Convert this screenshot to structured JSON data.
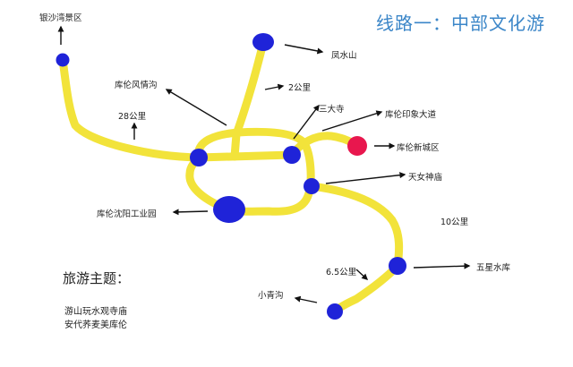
{
  "title": "线路一：中部文化游",
  "labels": {
    "yinsha": "银沙湾景区",
    "fengshui": "凤水山",
    "fengqinggou": "库伦风情沟",
    "km28": "28公里",
    "km2": "2公里",
    "sandasi": "三大寺",
    "yinxiang": "库伦印象大道",
    "xincheng": "库伦新城区",
    "tiannu": "天女神庙",
    "shenyang": "库伦沈阳工业园",
    "km10": "10公里",
    "wuxing": "五星水库",
    "km6_5": "6.5公里",
    "xiaoqinggou": "小青沟"
  },
  "theme": {
    "heading": "旅游主题：",
    "line1": "游山玩水观寺庙",
    "line2": "安代荞麦美库伦"
  },
  "colors": {
    "route": "#f2e33a",
    "stop": "#1f23d8",
    "highlight_stop": "#e8174e",
    "title": "#3b86c8"
  }
}
